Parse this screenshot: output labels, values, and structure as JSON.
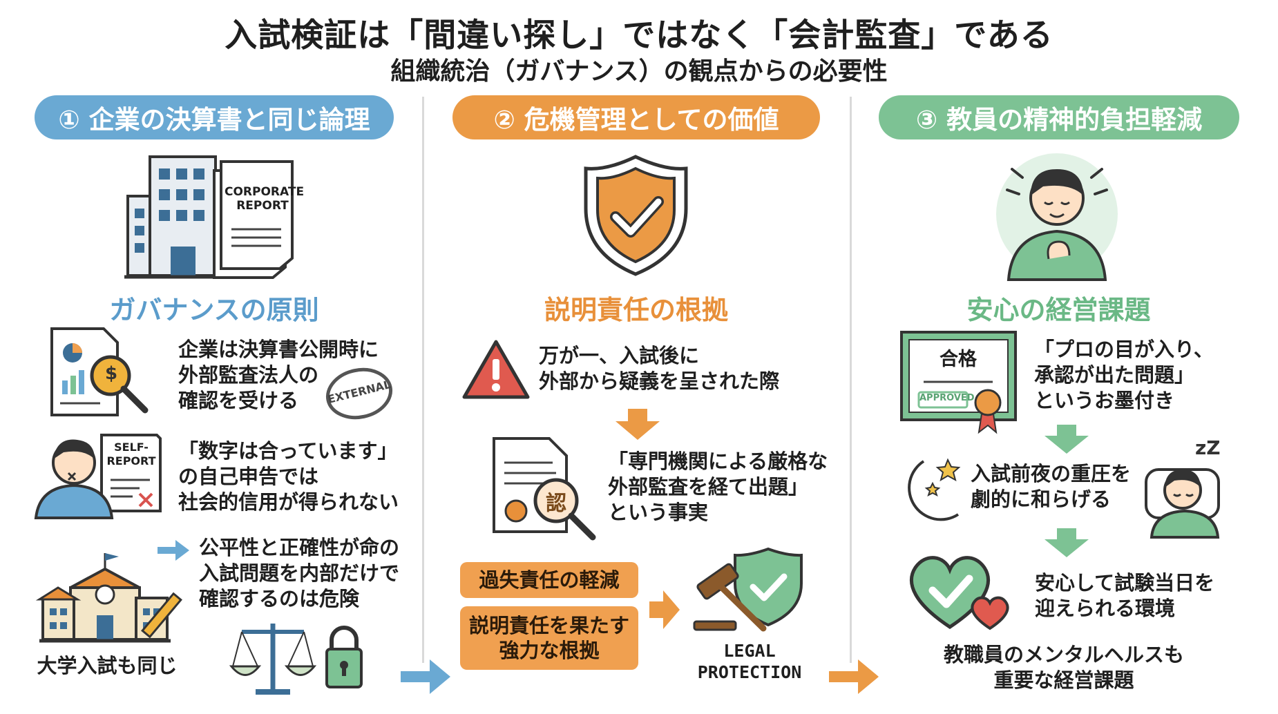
{
  "header": {
    "title": "入試検証は「間違い探し」ではなく「会計監査」である",
    "subtitle": "組織統治（ガバナンス）の観点からの必要性"
  },
  "colors": {
    "blue": "#6aa9d3",
    "orange": "#eb9a45",
    "green": "#7dc294",
    "blue_text": "#5b9ccb",
    "orange_text": "#e8903a",
    "green_text": "#6ab885"
  },
  "col1": {
    "pill": "① 企業の決算書と同じ論理",
    "report_label_1": "CORPORATE",
    "report_label_2": "REPORT",
    "heading": "ガバナンスの原則",
    "item1": [
      "企業は決算書公開時に",
      "外部監査法人の",
      "確認を受ける"
    ],
    "stamp": "EXTERNAL",
    "self_report_1": "SELF-",
    "self_report_2": "REPORT",
    "item2": [
      "「数字は合っています」",
      "の自己申告では",
      "社会的信用が得られない"
    ],
    "item3": [
      "公平性と正確性が命の",
      "入試問題を内部だけで",
      "確認するのは危険"
    ],
    "school_caption": "大学入試も同じ"
  },
  "col2": {
    "pill": "② 危機管理としての価値",
    "heading": "説明責任の根拠",
    "item1": [
      "万が一、入試後に",
      "外部から疑義を呈された際"
    ],
    "seal": "認",
    "item2": [
      "「専門機関による厳格な",
      "外部監査を経て出題」",
      "という事実"
    ],
    "box1": "過失責任の軽減",
    "box2": [
      "説明責任を果たす",
      "強力な根拠"
    ],
    "legal_1": "LEGAL",
    "legal_2": "PROTECTION"
  },
  "col3": {
    "pill": "③ 教員の精神的負担軽減",
    "heading": "安心の経営課題",
    "cert_title": "合格",
    "cert_stamp": "APPROVED",
    "item1": [
      "「プロの目が入り、",
      "承認が出た問題」",
      "というお墨付き"
    ],
    "zzz": "zZ",
    "item2": [
      "入試前夜の重圧を",
      "劇的に和らげる"
    ],
    "item3": [
      "安心して試験当日を",
      "迎えられる環境"
    ],
    "footer": [
      "教職員のメンタルヘルスも",
      "重要な経営課題"
    ]
  }
}
